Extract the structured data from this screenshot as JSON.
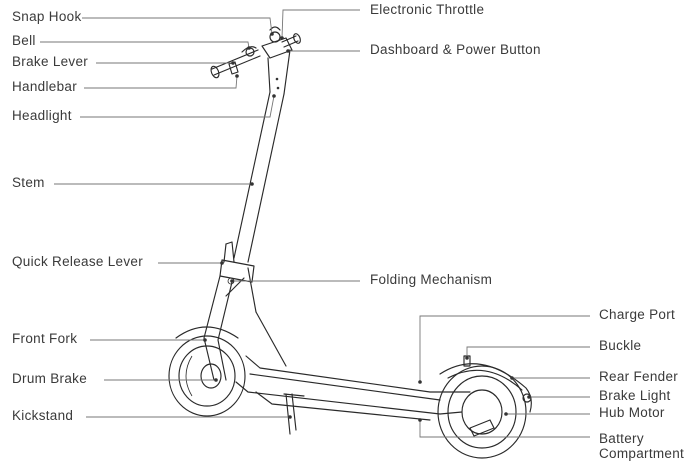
{
  "labels": {
    "snap_hook": "Snap Hook",
    "bell": "Bell",
    "brake_lever": "Brake Lever",
    "handlebar": "Handlebar",
    "headlight": "Headlight",
    "stem": "Stem",
    "quick_release_lever": "Quick Release Lever",
    "front_fork": "Front Fork",
    "drum_brake": "Drum Brake",
    "kickstand": "Kickstand",
    "electronic_throttle": "Electronic Throttle",
    "dashboard_power_button": "Dashboard & Power Button",
    "folding_mechanism": "Folding Mechanism",
    "charge_port": "Charge Port",
    "buckle": "Buckle",
    "rear_fender": "Rear Fender",
    "brake_light": "Brake Light",
    "hub_motor": "Hub Motor",
    "battery_compartment": "Battery Compartment"
  }
}
